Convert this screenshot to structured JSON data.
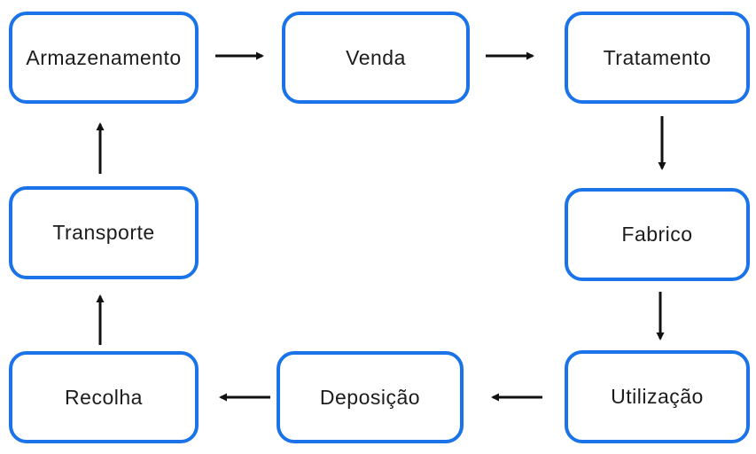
{
  "diagram": {
    "description_type": "cycle-flowchart",
    "nodes": [
      {
        "id": "armazenamento",
        "label": "Armazenamento"
      },
      {
        "id": "venda",
        "label": "Venda"
      },
      {
        "id": "tratamento",
        "label": "Tratamento"
      },
      {
        "id": "fabrico",
        "label": "Fabrico"
      },
      {
        "id": "utilizacao",
        "label": "Utilização"
      },
      {
        "id": "deposicao",
        "label": "Deposição"
      },
      {
        "id": "recolha",
        "label": "Recolha"
      },
      {
        "id": "transporte",
        "label": "Transporte"
      }
    ],
    "edges": [
      {
        "from": "armazenamento",
        "to": "venda"
      },
      {
        "from": "venda",
        "to": "tratamento"
      },
      {
        "from": "tratamento",
        "to": "fabrico"
      },
      {
        "from": "fabrico",
        "to": "utilizacao"
      },
      {
        "from": "utilizacao",
        "to": "deposicao"
      },
      {
        "from": "deposicao",
        "to": "recolha"
      },
      {
        "from": "recolha",
        "to": "transporte"
      },
      {
        "from": "transporte",
        "to": "armazenamento"
      }
    ]
  },
  "colors": {
    "box_border": "#1a73e8",
    "box_fill": "#ffffff",
    "text": "#1c1c1c",
    "arrow": "#111111",
    "background": "#ffffff"
  }
}
